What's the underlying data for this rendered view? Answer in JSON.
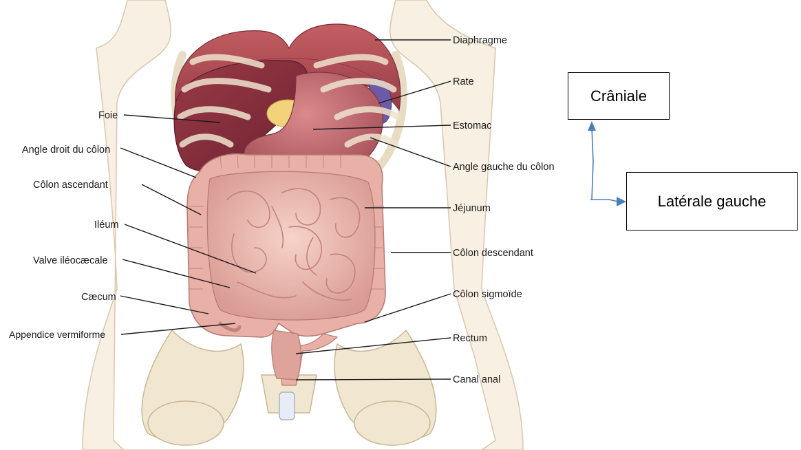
{
  "labels": {
    "diaphragme": "Diaphragme",
    "rate": "Rate",
    "foie": "Foie",
    "estomac": "Estomac",
    "angle_droit": "Angle droit du côlon",
    "angle_gauche": "Angle gauche du côlon",
    "colon_ascendant": "Côlon ascendant",
    "jejunum": "Jéjunum",
    "ileum": "Iléum",
    "colon_descendant": "Côlon descendant",
    "valve": "Valve iléocæcale",
    "caecum": "Cæcum",
    "colon_sigmoide": "Côlon sigmoïde",
    "appendice": "Appendice vermiforme",
    "rectum": "Rectum",
    "canal_anal": "Canal anal"
  },
  "orientation": {
    "cranial": "Crâniale",
    "lateral": "Latérale gauche",
    "arrow_color": "#4a7ebb"
  },
  "colors": {
    "skin": "#f6ecd9",
    "bone": "#f1e6cf",
    "muscle": "#b5505a",
    "liver": "#8a2f3c",
    "stomach": "#c67277",
    "intestine": "#efc1b7",
    "intestine_shadow": "#cd8a84",
    "spleen": "#6c5aa6",
    "gallbladder": "#f2d27a"
  }
}
